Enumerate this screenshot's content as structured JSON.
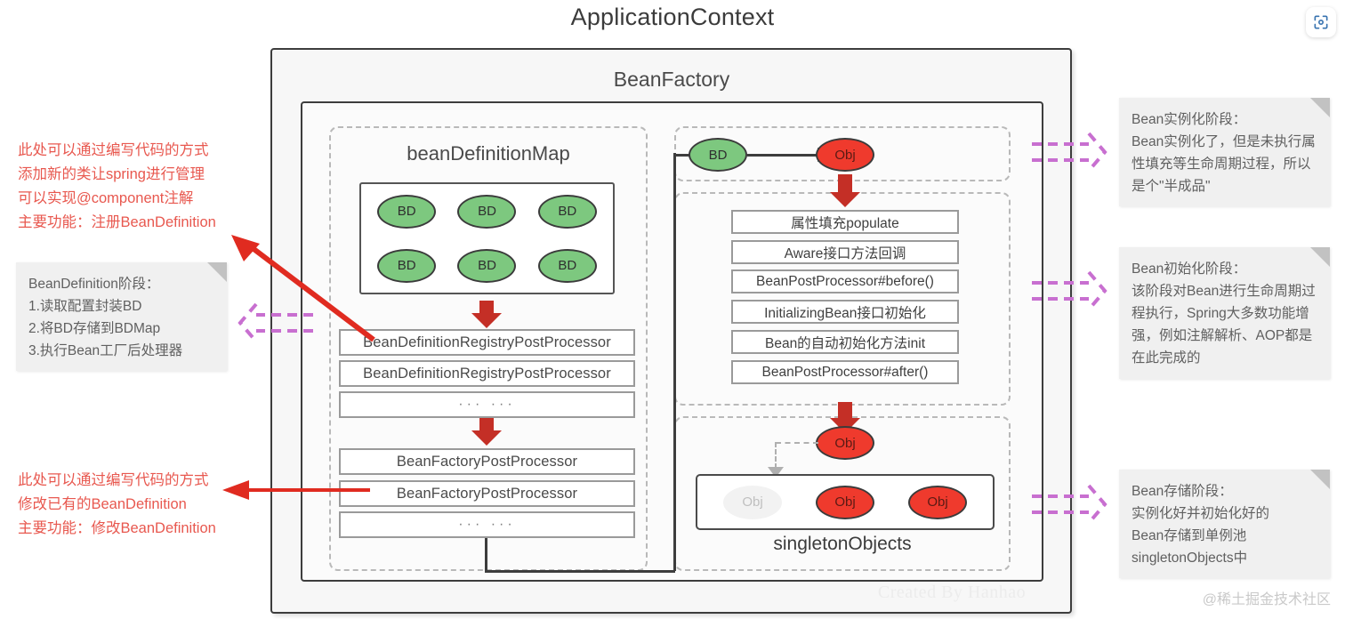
{
  "title": "ApplicationContext",
  "bean_factory": {
    "title": "BeanFactory"
  },
  "bdmap": {
    "title": "beanDefinitionMap",
    "bd_label": "BD",
    "cells": [
      "BD",
      "BD",
      "BD",
      "BD",
      "BD",
      "BD"
    ],
    "processors": [
      "BeanDefinitionRegistryPostProcessor",
      "BeanDefinitionRegistryPostProcessor",
      "···   ···",
      "BeanFactoryPostProcessor",
      "BeanFactoryPostProcessor",
      "···   ···"
    ]
  },
  "instantiate": {
    "bd_label": "BD",
    "obj_label": "Obj"
  },
  "lifecycle": {
    "steps": [
      "属性填充populate",
      "Aware接口方法回调",
      "BeanPostProcessor#before()",
      "InitializingBean接口初始化",
      "Bean的自动初始化方法init",
      "BeanPostProcessor#after()"
    ]
  },
  "singleton": {
    "title": "singletonObjects",
    "incoming_obj": "Obj",
    "pool": [
      "Obj",
      "Obj",
      "Obj"
    ]
  },
  "notes": {
    "bean_definition_stage": "BeanDefinition阶段：\n1.读取配置封装BD\n2.将BD存储到BDMap\n3.执行Bean工厂后处理器",
    "instantiation_stage": "Bean实例化阶段：\nBean实例化了，但是未执行属性填充等生命周期过程，所以是个\"半成品\"",
    "initialization_stage": "Bean初始化阶段：\n该阶段对Bean进行生命周期过程执行，Spring大多数功能增强，例如注解解析、AOP都是在此完成的",
    "storage_stage": "Bean存储阶段：\n实例化好并初始化好的\nBean存储到单例池\nsingletonObjects中"
  },
  "red_annotations": {
    "register": "此处可以通过编写代码的方式\n添加新的类让spring进行管理\n可以实现@component注解\n主要功能：注册BeanDefinition",
    "modify": "此处可以通过编写代码的方式\n修改已有的BeanDefinition\n主要功能：修改BeanDefinition"
  },
  "watermarks": {
    "created_by": "Created By Hanhao",
    "community": "@稀土掘金技术社区"
  },
  "colors": {
    "bd_green": "#7dc87f",
    "obj_red": "#ef3a2d",
    "arrow_red": "#c42f26",
    "annotation_red": "#e8584f",
    "dashed_magenta": "#c86fd0",
    "note_bg": "#f0f0f0",
    "frame": "#3d3d3d"
  }
}
